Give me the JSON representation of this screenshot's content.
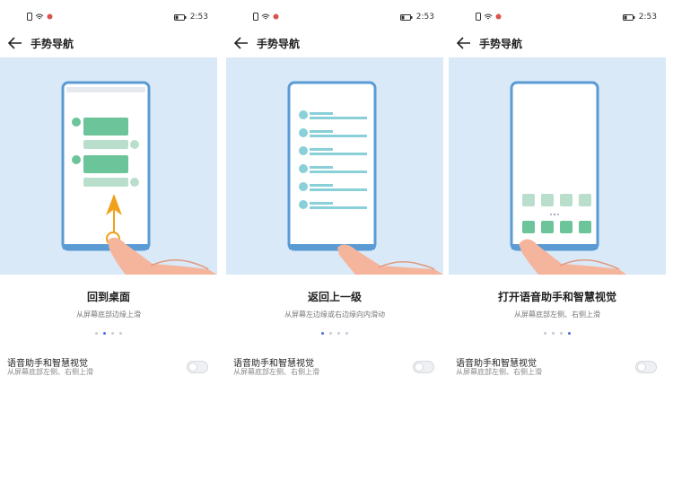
{
  "status": {
    "time": "2:53"
  },
  "screens": [
    {
      "title": "手势导航",
      "caption": "回到桌面",
      "subcaption": "从屏幕底部边缘上滑",
      "active_dot": 1,
      "setting": {
        "title": "语音助手和智慧视觉",
        "subtitle": "从屏幕底部左侧、右侧上滑"
      }
    },
    {
      "title": "手势导航",
      "caption": "返回上一级",
      "subcaption": "从屏幕左边缘或右边缘向内滑动",
      "active_dot": 0,
      "setting": {
        "title": "语音助手和智慧视觉",
        "subtitle": "从屏幕底部左侧、右侧上滑"
      }
    },
    {
      "title": "手势导航",
      "caption": "打开语音助手和智慧视觉",
      "subcaption": "从屏幕底部左侧、右侧上滑",
      "active_dot": 3,
      "setting": {
        "title": "语音助手和智慧视觉",
        "subtitle": "从屏幕底部左侧、右侧上滑"
      }
    }
  ],
  "colors": {
    "illus_bg": "#d9e9f8",
    "phone_frame": "#5a9bd4",
    "card_green": "#6cc49a",
    "card_light": "#b9dfcc",
    "list_line": "#8ad0d8",
    "arrow": "#f0a019",
    "finger": "#f5b59c"
  }
}
